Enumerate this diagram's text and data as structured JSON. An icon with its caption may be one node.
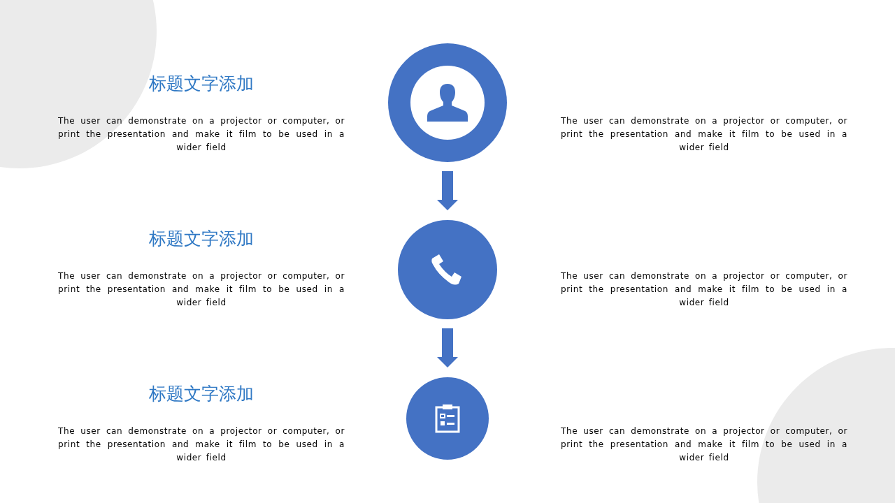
{
  "diagram": {
    "nodes": [
      {
        "text": [],
        "shape": "circle"
      },
      {
        "text": [],
        "shape": "circle"
      },
      {
        "text": [],
        "shape": "circle"
      }
    ],
    "edges": [
      {
        "from": 0,
        "to": 1,
        "arrow": "to"
      },
      {
        "from": 1,
        "to": 2,
        "arrow": "to"
      }
    ],
    "labels": [
      "标题文字添加",
      "The user can demonstrate on a projector or computer, or print the presentation and make it film to be used in a wider field",
      "The user can demonstrate on a projector or computer, or print the presentation and make it film to be used in a wider field",
      "标题文字添加",
      "The user can demonstrate on a projector or computer, or print the presentation and make it film to be used in a wider field",
      "The user can demonstrate on a projector or computer, or print the presentation and make it film to be used in a wider field",
      "标题文字添加",
      "The user can demonstrate on a projector or computer, or print the presentation and make it film to be used in a wider field",
      "The user can demonstrate on a projector or computer, or print the presentation and make it film to be used in a wider field"
    ]
  }
}
